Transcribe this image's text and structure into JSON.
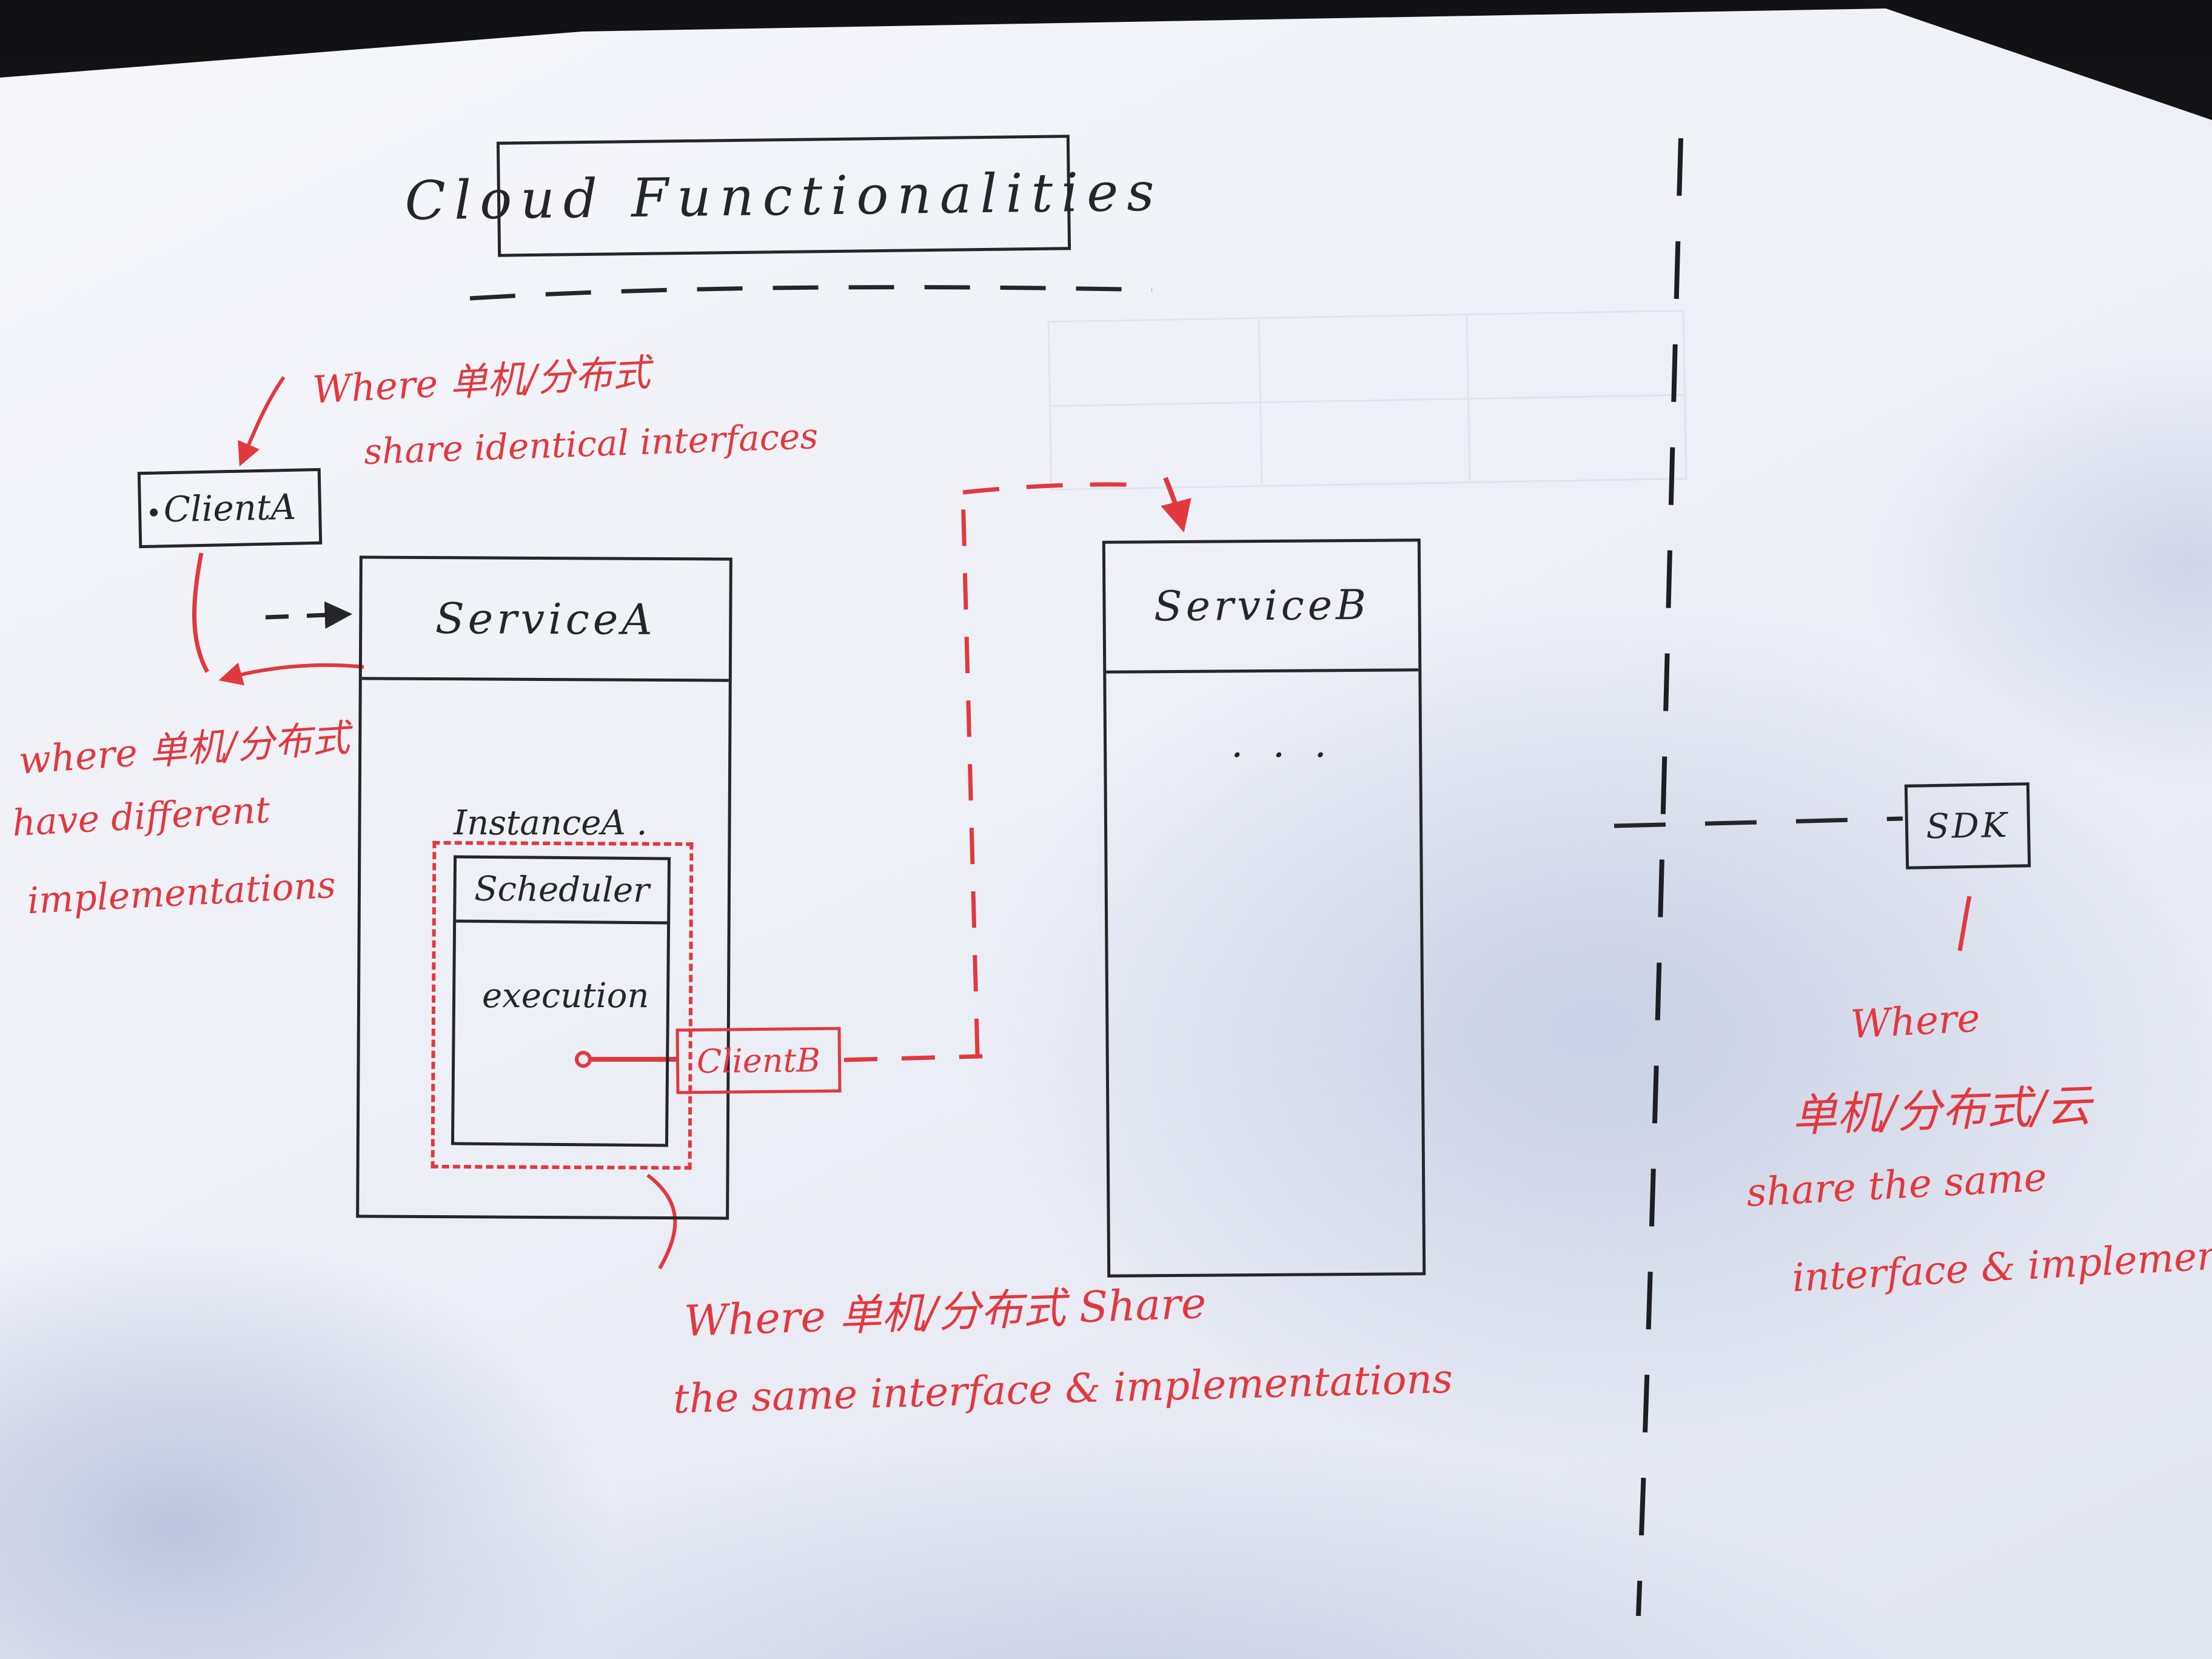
{
  "title": "Cloud Functionalities",
  "boxes": {
    "client_a": "ClientA",
    "service_a": "ServiceA",
    "instance_a": "InstanceA .",
    "scheduler": "Scheduler",
    "execution": "execution",
    "client_b": "ClientB",
    "service_b": "ServiceB",
    "service_b_body": ". . .",
    "sdk": "SDK"
  },
  "annotations": {
    "top_line1": "Where 单机/分布式",
    "top_line2": "share identical interfaces",
    "left_line1": "where 单机/分布式",
    "left_line2": "have different",
    "left_line3": "implementations",
    "bottom_line1": "Where 单机/分布式  Share",
    "bottom_line2": "the same  interface & implementations",
    "right_line1": "Where",
    "right_line2": "单机/分布式/云",
    "right_line3": "share the same",
    "right_line4": "interface & implementation"
  },
  "colors": {
    "ink": "#26262a",
    "red_ink": "#e2383f",
    "paper": "#eef0f7"
  }
}
